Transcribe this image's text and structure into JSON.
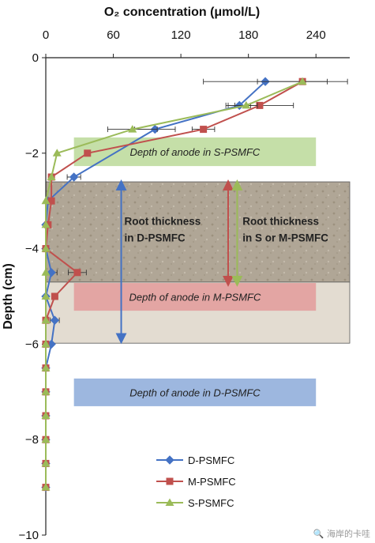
{
  "chart_data": {
    "type": "line",
    "title": "O₂ concentration (μmol/L)",
    "ylabel": "Depth (cm)",
    "xlim": [
      0,
      270
    ],
    "ylim": [
      0,
      -10
    ],
    "xticks": [
      0,
      60,
      120,
      180,
      240
    ],
    "xtick_labels": [
      "0",
      "60",
      "120",
      "180",
      "240"
    ],
    "yticks": [
      0,
      -2,
      -4,
      -6,
      -8,
      -10
    ],
    "ytick_labels": [
      "0",
      "−2",
      "−4",
      "−6",
      "−8",
      "−10"
    ],
    "legend_position": "bottom-center",
    "series": [
      {
        "name": "D-PSMFC",
        "color": "#4472C4",
        "marker": "diamond",
        "points": [
          [
            195,
            -0.5
          ],
          [
            172,
            -1.0
          ],
          [
            97,
            -1.5
          ],
          [
            25,
            -2.5
          ],
          [
            2,
            -3.0
          ],
          [
            0,
            -3.5
          ],
          [
            0,
            -4.0
          ],
          [
            5,
            -4.5
          ],
          [
            0,
            -5.0
          ],
          [
            8,
            -5.5
          ],
          [
            5,
            -6.0
          ],
          [
            0,
            -6.5
          ],
          [
            0,
            -7.0
          ],
          [
            0,
            -7.5
          ],
          [
            0,
            -8.0
          ],
          [
            0,
            -8.5
          ],
          [
            0,
            -9.0
          ]
        ],
        "xerr": [
          55,
          10,
          18,
          6,
          0,
          0,
          0,
          5,
          0,
          4,
          0,
          0,
          0,
          0,
          0,
          0,
          0
        ]
      },
      {
        "name": "M-PSMFC",
        "color": "#C0504D",
        "marker": "square",
        "points": [
          [
            228,
            -0.5
          ],
          [
            190,
            -1.0
          ],
          [
            140,
            -1.5
          ],
          [
            37,
            -2.0
          ],
          [
            5,
            -2.5
          ],
          [
            5,
            -3.0
          ],
          [
            2,
            -3.5
          ],
          [
            0,
            -4.0
          ],
          [
            28,
            -4.5
          ],
          [
            8,
            -5.0
          ],
          [
            0,
            -5.5
          ],
          [
            0,
            -6.0
          ],
          [
            0,
            -6.5
          ],
          [
            0,
            -7.0
          ],
          [
            0,
            -7.5
          ],
          [
            0,
            -8.0
          ],
          [
            0,
            -8.5
          ],
          [
            0,
            -9.0
          ]
        ],
        "xerr": [
          0,
          30,
          10,
          0,
          0,
          0,
          0,
          0,
          8,
          0,
          0,
          0,
          0,
          0,
          0,
          0,
          0,
          0
        ]
      },
      {
        "name": "S-PSMFC",
        "color": "#9BBB59",
        "marker": "triangle",
        "points": [
          [
            228,
            -0.5
          ],
          [
            178,
            -1.0
          ],
          [
            77,
            -1.5
          ],
          [
            10,
            -2.0
          ],
          [
            5,
            -2.5
          ],
          [
            0,
            -3.0
          ],
          [
            0,
            -3.5
          ],
          [
            0,
            -4.0
          ],
          [
            0,
            -4.5
          ],
          [
            0,
            -5.0
          ],
          [
            0,
            -5.5
          ],
          [
            0,
            -6.0
          ],
          [
            0,
            -6.5
          ],
          [
            0,
            -7.0
          ],
          [
            0,
            -7.5
          ],
          [
            0,
            -8.0
          ],
          [
            0,
            -8.5
          ],
          [
            0,
            -9.0
          ]
        ],
        "xerr": [
          40,
          10,
          22,
          0,
          0,
          0,
          0,
          0,
          0,
          0,
          0,
          0,
          0,
          0,
          0,
          0,
          0,
          0
        ]
      }
    ],
    "bands": [
      {
        "label": "Depth of anode in S-PSMFC",
        "y1": -1.67,
        "y2": -2.27,
        "x1": 25,
        "x2": 240,
        "color": "#C5DFA8"
      },
      {
        "label": "Depth of anode in M-PSMFC",
        "y1": -4.72,
        "y2": -5.3,
        "x1": 25,
        "x2": 240,
        "color": "#E3A5A3"
      },
      {
        "label": "Depth of anode in D-PSMFC",
        "y1": -6.72,
        "y2": -7.3,
        "x1": 25,
        "x2": 240,
        "color": "#9DB7DF"
      }
    ],
    "root_zones": [
      {
        "y1": -2.6,
        "y2": -4.7,
        "color": "#b0a696"
      },
      {
        "y1": -4.7,
        "y2": -5.98,
        "color": "#e3dcd1"
      }
    ],
    "arrows": [
      {
        "x": 67,
        "y1": -2.6,
        "y2": -5.95,
        "color": "#4472C4"
      },
      {
        "x": 162,
        "y1": -2.6,
        "y2": -4.75,
        "color": "#C0504D"
      },
      {
        "x": 170,
        "y1": -2.6,
        "y2": -4.75,
        "color": "#9BBB59"
      }
    ],
    "annotations": [
      {
        "lines": [
          "Root thickness",
          "in D-PSMFC"
        ],
        "x": 67,
        "y": -3.5
      },
      {
        "lines": [
          "Root thickness",
          "in S or M-PSMFC"
        ],
        "x": 172,
        "y": -3.5
      }
    ]
  },
  "watermark": "🔍 海岸的卡哇"
}
